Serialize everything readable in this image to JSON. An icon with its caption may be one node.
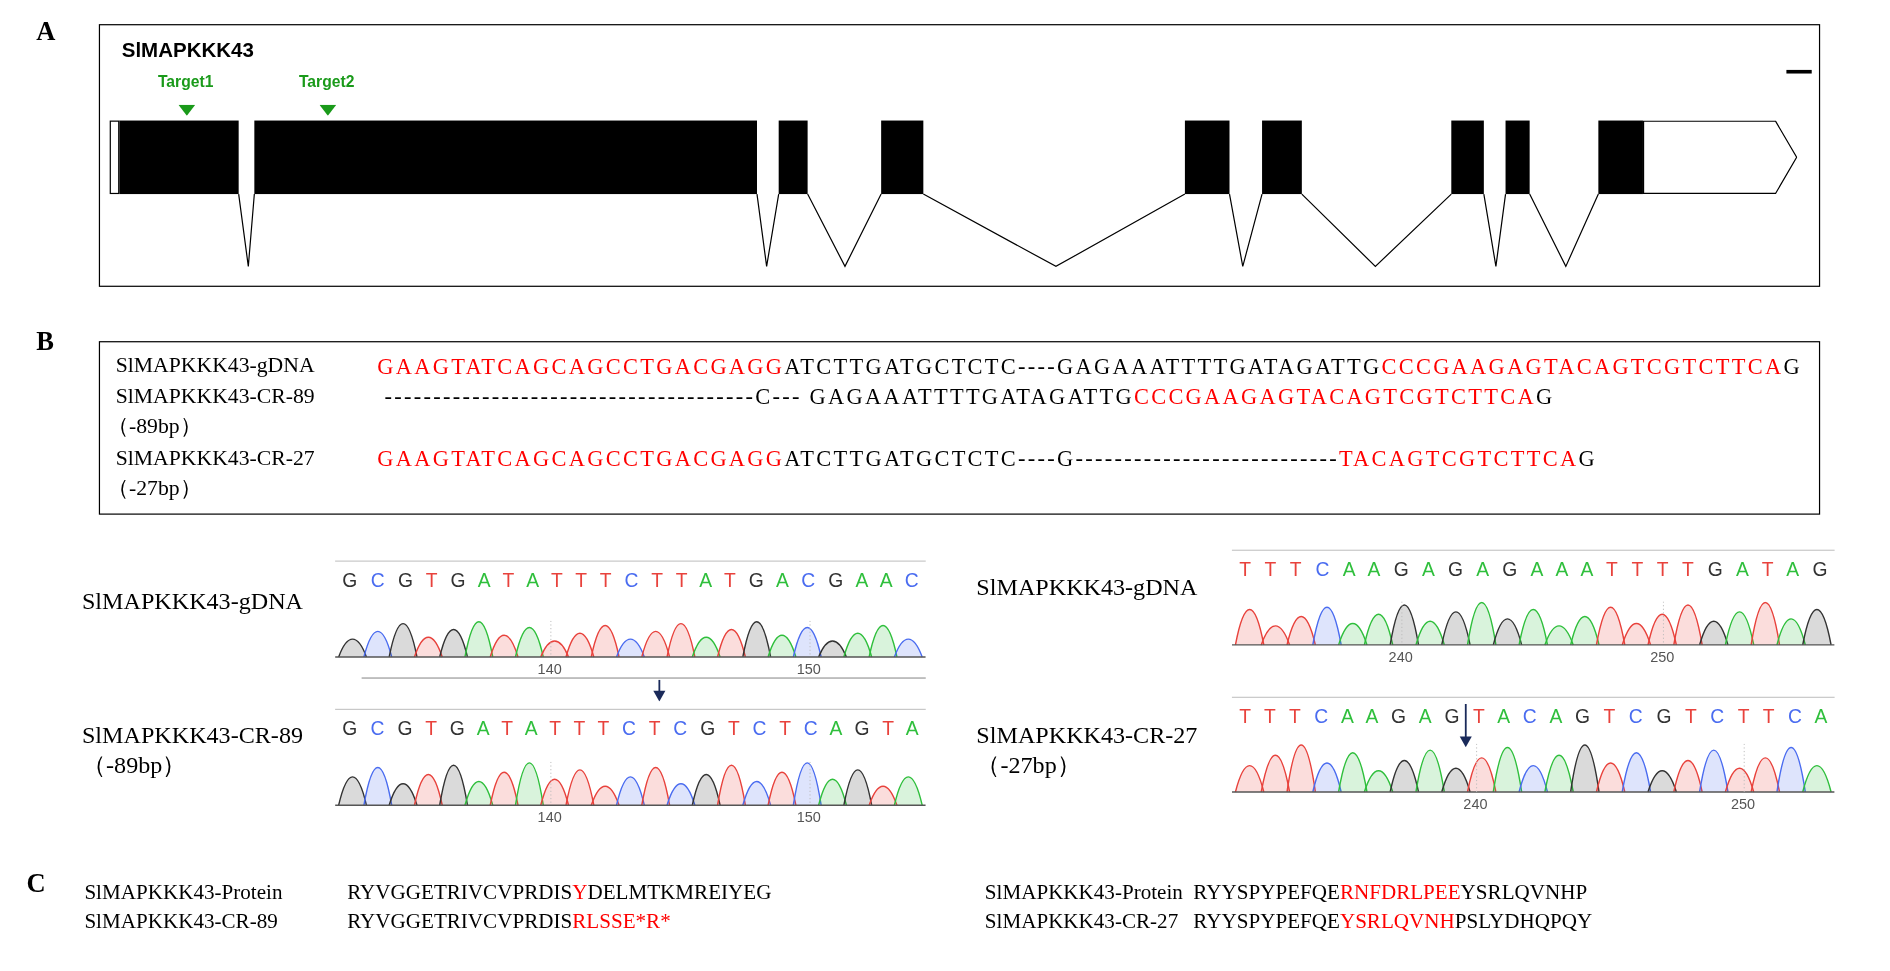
{
  "diagram": {
    "nodes": [
      {
        "text": [
          "SlMAPKKK43"
        ]
      },
      {
        "text": [],
        "shape": "box",
        "in": 0
      },
      {
        "text": [],
        "shape": "box",
        "in": 0
      },
      {
        "text": [],
        "shape": "box",
        "in": 0
      },
      {
        "text": [],
        "shape": "box",
        "in": 0
      },
      {
        "text": [],
        "shape": "box",
        "in": 0
      },
      {
        "text": [],
        "shape": "box",
        "in": 0
      },
      {
        "text": [],
        "shape": "box",
        "in": 0
      },
      {
        "text": [],
        "shape": "box",
        "in": 0
      },
      {
        "text": [],
        "shape": "box",
        "in": 0
      },
      {
        "text": [],
        "shape": "box",
        "in": 0
      },
      {
        "text": [],
        "shape": "pentagon",
        "in": 0
      }
    ],
    "edges": [
      {
        "from": 2,
        "to": 3,
        "arrow": "none"
      },
      {
        "from": 3,
        "to": 4,
        "arrow": "none"
      },
      {
        "from": 4,
        "to": 5,
        "arrow": "none"
      },
      {
        "from": 5,
        "to": 6,
        "arrow": "none"
      },
      {
        "from": 6,
        "to": 7,
        "arrow": "none"
      },
      {
        "from": 7,
        "to": 8,
        "arrow": "none"
      },
      {
        "from": 8,
        "to": 9,
        "arrow": "none"
      },
      {
        "from": 9,
        "to": 10,
        "arrow": "none"
      }
    ],
    "labels": [
      "A",
      "Target1",
      "Target2",
      "B",
      "SlMAPKKK43-gDNA",
      "GAAGTATCAGCAGCCTGACGAGG",
      "ATCTTGATGCTCTC----GAGAAATTTTGATAGATTG",
      "CCCGAAGAGTACAGTCGTCTTCA",
      "G",
      "SlMAPKKK43-CR-89",
      "--------------------------------------C--- GAGAAATTTTGATAGATTG",
      "CCCGAAGAGTACAGTCGTCTTCA",
      "G",
      "（-89bp）",
      "SlMAPKKK43-CR-27",
      "GAAGTATCAGCAGCCTGACGAGG",
      "ATCTTGATGCTCTC----G---------------------------",
      "TACAGTCGTCTTCA",
      "G",
      "（-27bp）",
      "SlMAPKKK43-gDNA",
      "G C G T G A T A T T T C T T A T G A C G A A C",
      "140",
      "150",
      "SlMAPKKK43-CR-89",
      "（-89bp）",
      "G C G T G A T A T T T C T C G T C T C A G T A",
      "140",
      "150",
      "SlMAPKKK43-gDNA",
      "T T T C A A G A G A G A A A T T T T G A T A G",
      "240",
      "250",
      "SlMAPKKK43-CR-27",
      "（-27bp）",
      "T T T C A A G A G T A C A G T C G T C T T C A",
      "240",
      "250",
      "C",
      "SlMAPKKK43-Protein",
      "RYVGGETRIVCVPRDIS",
      "Y",
      "DELMTKMREIYEG",
      "SlMAPKKK43-CR-89",
      "RYVGGETRIVCVPRDIS",
      "RLSSE*R*",
      "SlMAPKKK43-Protein",
      "RYYSPYPEFQE",
      "RNFDRLPEE",
      "YSRLQVNHP",
      "SlMAPKKK43-CR-27",
      "RYYSPYPEFQE",
      "YSRLQVNH",
      "PSLYDHQPQY"
    ]
  }
}
